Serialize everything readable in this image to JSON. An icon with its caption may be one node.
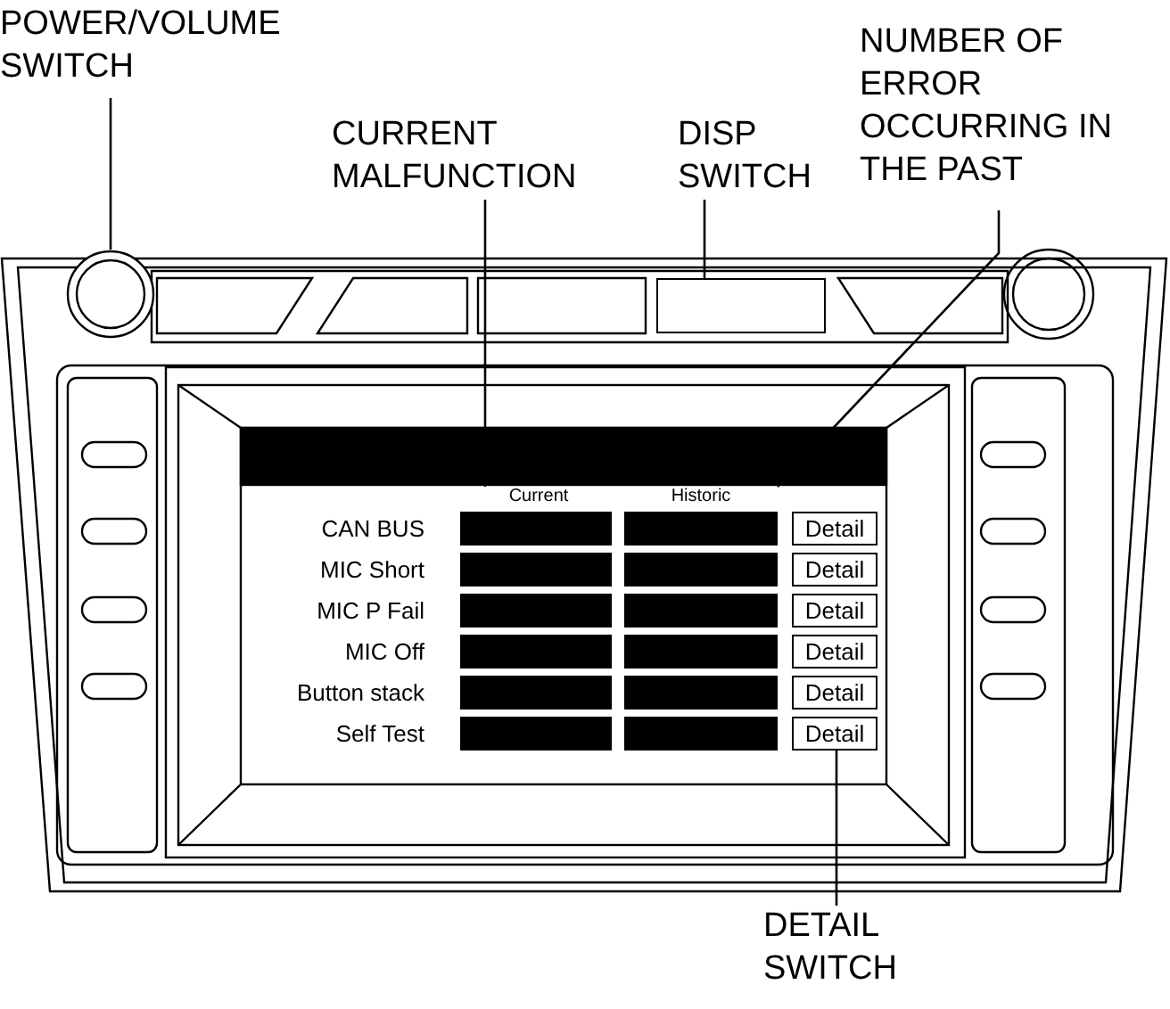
{
  "diagram": {
    "nodes": [
      {
        "text": [
          "POWER/VOLUME SWITCH"
        ]
      },
      {
        "text": [],
        "shape": "circle"
      },
      {
        "text": [
          "CURRENT MALFUNCTION"
        ]
      },
      {
        "text": [
          "Current"
        ]
      },
      {
        "text": [
          "DISP SWITCH"
        ]
      },
      {
        "text": [],
        "shape": "box"
      },
      {
        "text": [
          "NUMBER OF ERROR OCCURRING IN THE PAST"
        ]
      },
      {
        "text": [
          "Historic"
        ]
      },
      {
        "text": [
          "DETAIL SWITCH"
        ]
      },
      {
        "text": [
          "Detail"
        ]
      },
      {
        "text": [
          "Detail"
        ]
      },
      {
        "text": [
          "Detail"
        ]
      },
      {
        "text": [
          "Detail"
        ]
      },
      {
        "text": [
          "Detail"
        ]
      },
      {
        "text": [
          "Detail"
        ]
      }
    ],
    "edges": [
      {
        "from": 0,
        "to": 1,
        "arrow": "none"
      },
      {
        "from": 2,
        "to": 3,
        "arrow": "none"
      },
      {
        "from": 4,
        "to": 5,
        "arrow": "none"
      },
      {
        "from": 6,
        "to": 7,
        "arrow": "none"
      },
      {
        "from": 8,
        "to": 14,
        "arrow": "none"
      }
    ],
    "labels": [
      "CAN BUS",
      "MIC Short",
      "MIC P Fail",
      "MIC Off",
      "Button stack",
      "Self Test"
    ]
  }
}
